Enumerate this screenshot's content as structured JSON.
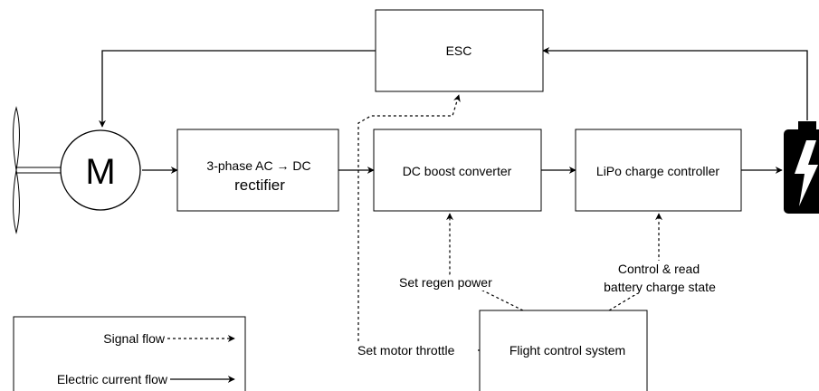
{
  "boxes": {
    "esc": "ESC",
    "rectifier_line1": "3-phase AC → DC",
    "rectifier_line2": "rectifier",
    "boost": "DC boost converter",
    "lipo": "LiPo charge controller",
    "fcs": "Flight control system"
  },
  "motor_label": "M",
  "edge_labels": {
    "set_regen_power": "Set regen power",
    "control_read_line1": "Control & read",
    "control_read_line2": "battery charge state",
    "set_motor_throttle": "Set motor throttle"
  },
  "legend": {
    "signal_flow": "Signal flow",
    "electric_current_flow": "Electric current flow"
  },
  "icons": [
    "propeller-icon",
    "motor-icon",
    "battery-icon"
  ],
  "colors": {
    "stroke": "#000000",
    "background": "#ffffff"
  }
}
